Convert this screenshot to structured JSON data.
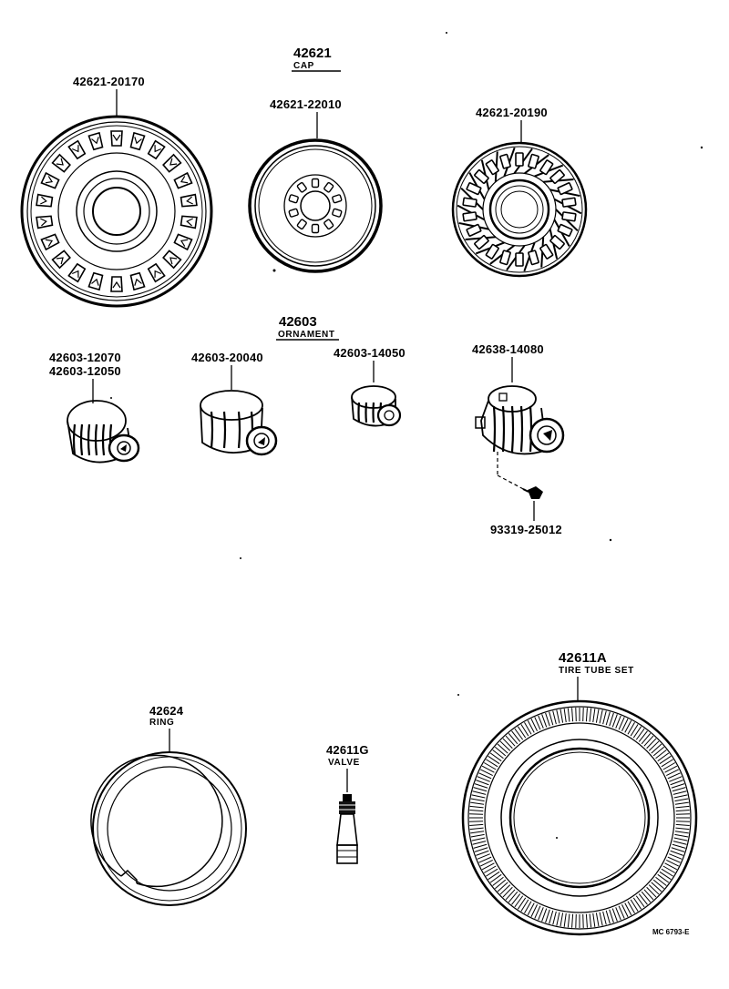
{
  "groups": {
    "cap": {
      "number": "42621",
      "name": "CAP"
    },
    "ornament": {
      "number": "42603",
      "name": "ORNAMENT"
    }
  },
  "parts": {
    "cap_20170": "42621-20170",
    "cap_22010": "42621-22010",
    "cap_20190": "42621-20190",
    "orn_12070": "42603-12070",
    "orn_12050": "42603-12050",
    "orn_20040": "42603-20040",
    "orn_14050": "42603-14050",
    "orn_14080": "42638-14080",
    "screw_25012": "93319-25012",
    "ring": {
      "number": "42624",
      "name": "RING"
    },
    "valve": {
      "number": "42611G",
      "name": "VALVE"
    },
    "tire": {
      "number": "42611A",
      "name": "TIRE TUBE SET"
    }
  },
  "diagram_code": "MC 6793-E"
}
